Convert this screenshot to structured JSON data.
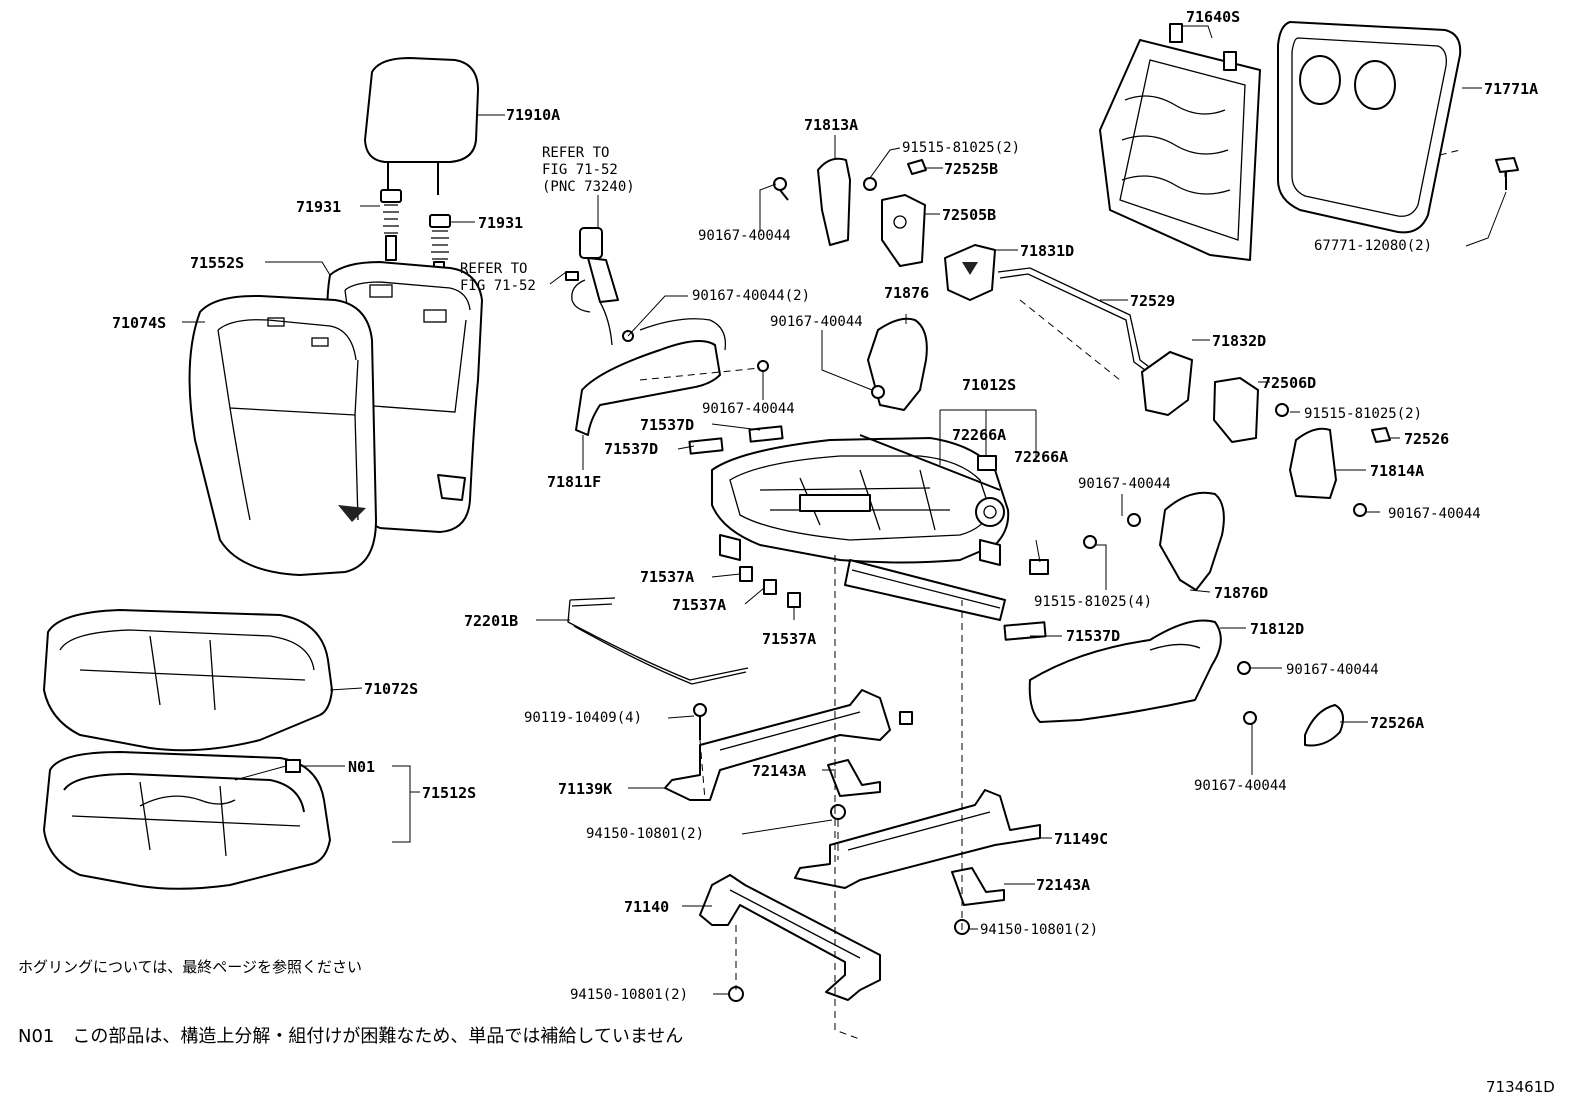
{
  "labels": {
    "l71910A": "71910A",
    "l71931a": "71931",
    "l71931b": "71931",
    "l71552S": "71552S",
    "l71074S": "71074S",
    "l71072S": "71072S",
    "lN01": "N01",
    "l71512S": "71512S",
    "lRef1a": "REFER TO",
    "lRef1b": "FIG 71-52",
    "lRef1c": "(PNC 73240)",
    "lRef2a": "REFER TO",
    "lRef2b": "FIG 71-52",
    "l90167_2": "90167-40044(2)",
    "l90167_a": "90167-40044",
    "l71811F": "71811F",
    "l71537D_a": "71537D",
    "l71537D_b": "71537D",
    "l71537D_c": "71537D",
    "l71537A_a": "71537A",
    "l71537A_b": "71537A",
    "l71537A_c": "71537A",
    "l72201B": "72201B",
    "l90119": "90119-10409(4)",
    "l71139K": "71139K",
    "l72143A_a": "72143A",
    "l72143A_b": "72143A",
    "l94150_a": "94150-10801(2)",
    "l94150_b": "94150-10801(2)",
    "l94150_c": "94150-10801(2)",
    "l71149C": "71149C",
    "l71140": "71140",
    "l71813A": "71813A",
    "l91515_a": "91515-81025(2)",
    "l72525B": "72525B",
    "l72505B": "72505B",
    "l90167_b": "90167-40044",
    "l71831D": "71831D",
    "l71876": "71876",
    "l90167_c": "90167-40044",
    "l72529": "72529",
    "l71012S": "71012S",
    "l72266A_a": "72266A",
    "l72266A_b": "72266A",
    "l71832D": "71832D",
    "l72506D": "72506D",
    "l91515_b": "91515-81025(2)",
    "l72526": "72526",
    "l71814A": "71814A",
    "l90167_d": "90167-40044",
    "l90167_e": "90167-40044",
    "l91515_c": "91515-81025(4)",
    "l71876D": "71876D",
    "l71812D": "71812D",
    "l90167_f": "90167-40044",
    "l72526A": "72526A",
    "l90167_g": "90167-40044",
    "l71640S": "71640S",
    "l71771A": "71771A",
    "l67771": "67771-12080(2)"
  },
  "notes": {
    "hogring": "ホグリングについては、最終ページを参照ください",
    "n01": "N01　この部品は、構造上分解・組付けが困難なため、単品では補給していません",
    "figure_id": "713461D"
  }
}
